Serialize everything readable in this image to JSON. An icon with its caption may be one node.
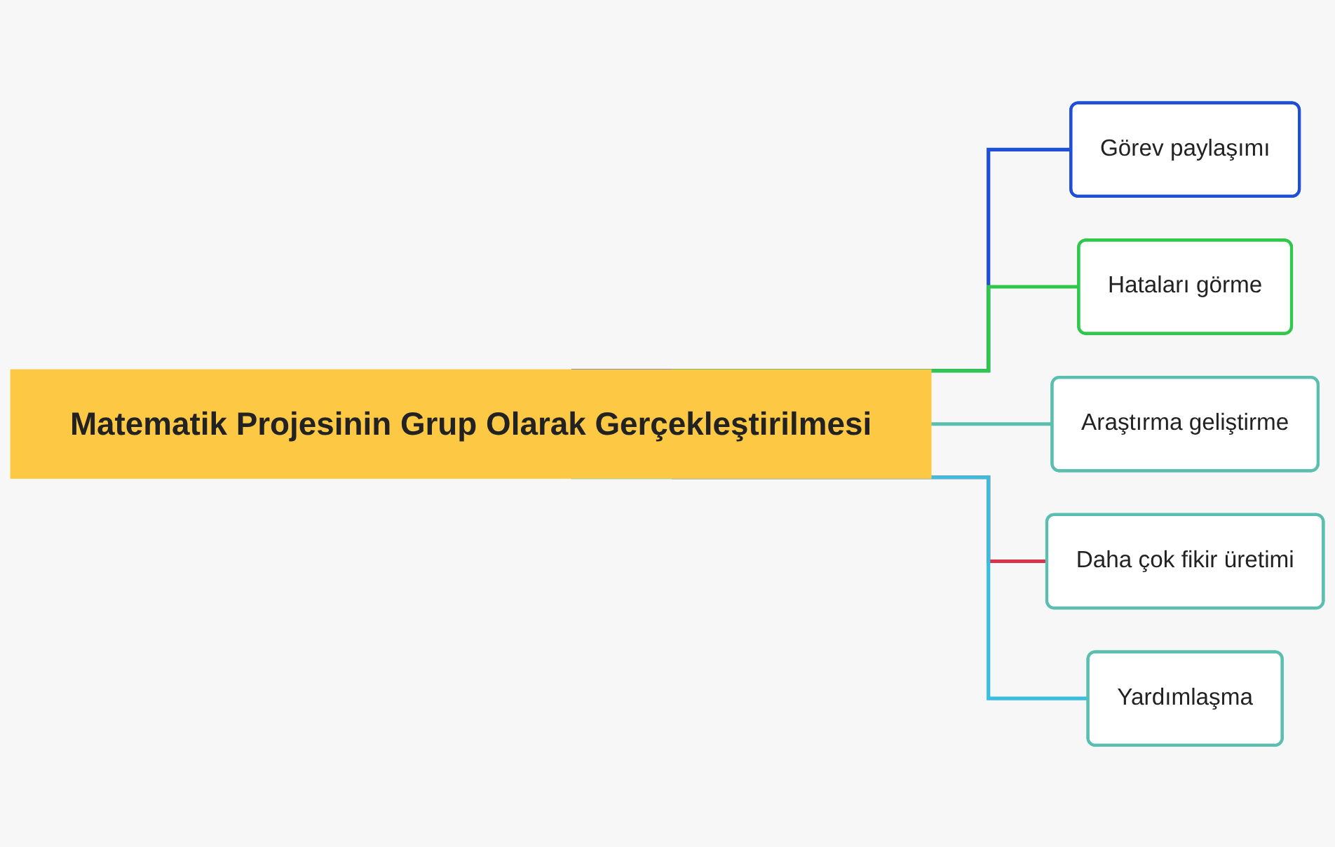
{
  "diagram": {
    "nodes": [
      {
        "text": [
          "Matematik Projesinin Grup Olarak Gerçekleştirilmesi"
        ]
      },
      {
        "text": [
          "Görev paylaşımı"
        ]
      },
      {
        "text": [
          "Hataları görme"
        ]
      },
      {
        "text": [
          "Araştırma geliştirme"
        ]
      },
      {
        "text": [
          "Daha çok fikir üretimi"
        ]
      },
      {
        "text": [
          "Yardımlaşma"
        ]
      }
    ],
    "edges": [
      {
        "from": 0,
        "to": 1,
        "arrow": "none",
        "color": "#1f4fd8"
      },
      {
        "from": 0,
        "to": 2,
        "arrow": "none",
        "color": "#2ec84a"
      },
      {
        "from": 0,
        "to": 3,
        "arrow": "none",
        "color": "#5bbfb0"
      },
      {
        "from": 0,
        "to": 4,
        "arrow": "none",
        "color": "#d8334a"
      },
      {
        "from": 0,
        "to": 5,
        "arrow": "none",
        "color": "#3bbde0"
      }
    ]
  }
}
